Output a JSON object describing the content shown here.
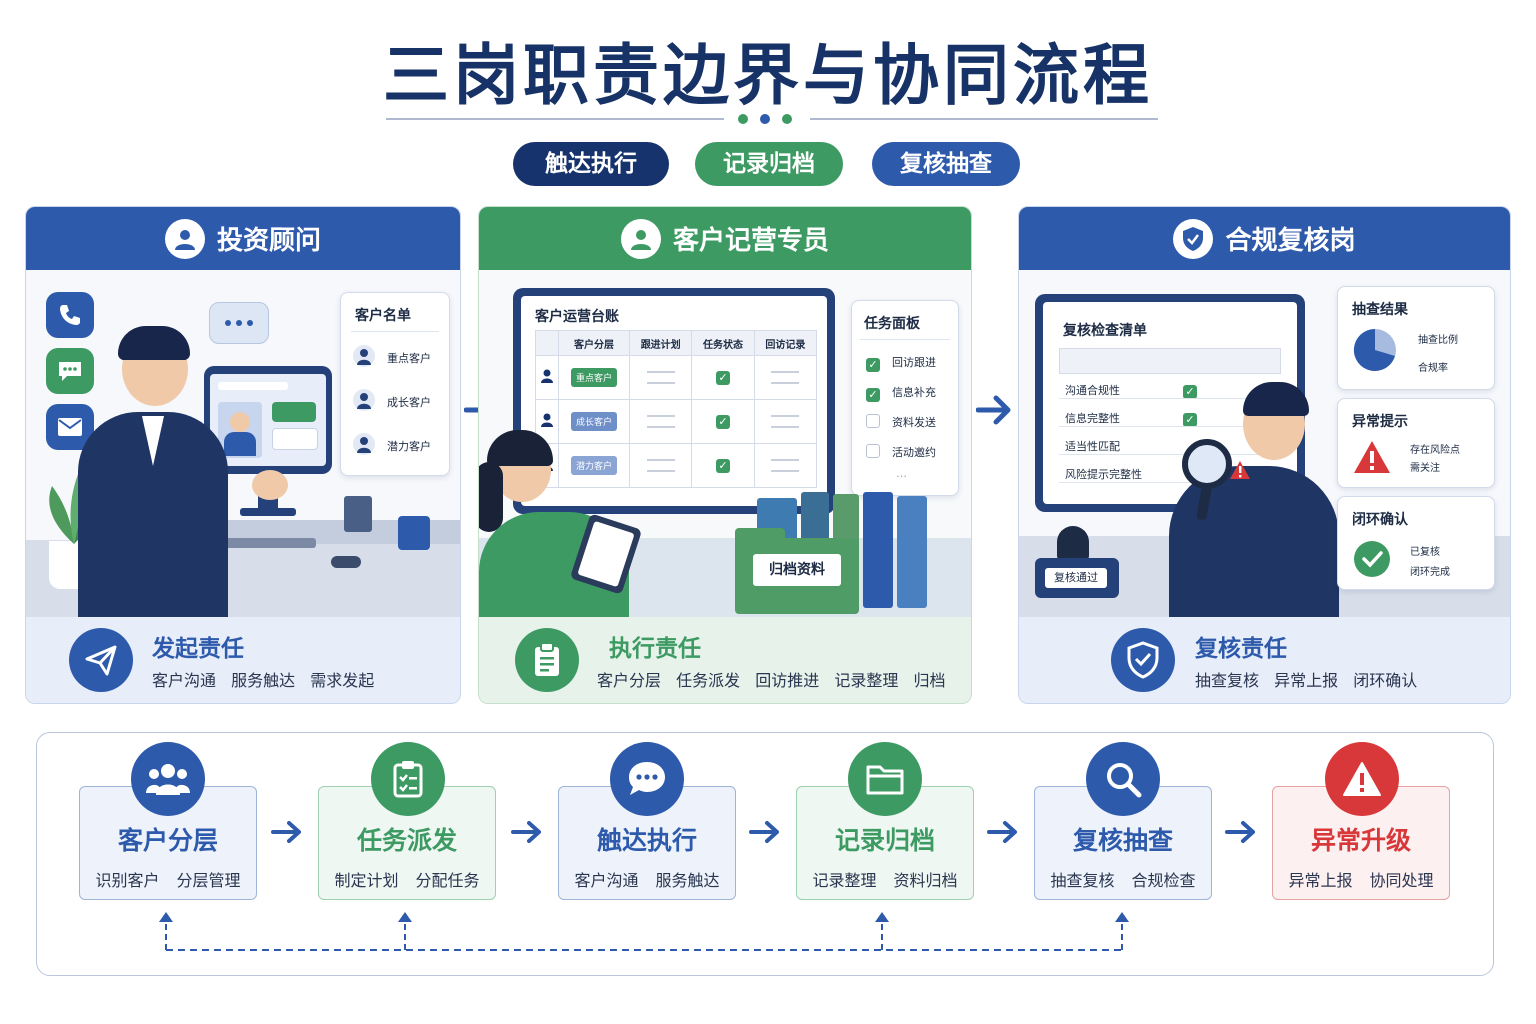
{
  "title": "三岗职责边界与协同流程",
  "pills": [
    {
      "label": "触达执行",
      "color": "#17336d"
    },
    {
      "label": "记录归档",
      "color": "#3d9a63"
    },
    {
      "label": "复核抽查",
      "color": "#2e5aac"
    }
  ],
  "colors": {
    "navy": "#17336d",
    "blue": "#2e5aac",
    "green": "#3d9a63",
    "red": "#d9383a"
  },
  "roles": [
    {
      "name": "投资顾问",
      "card": {
        "title": "客户名单",
        "items": [
          "重点客户",
          "成长客户",
          "潜力客户"
        ]
      },
      "footer": {
        "title": "发起责任",
        "items": [
          "客户沟通",
          "服务触达",
          "需求发起"
        ]
      }
    },
    {
      "name": "客户记营专员",
      "ledger": {
        "title": "客户运营台账",
        "headers": [
          "客户分层",
          "跟进计划",
          "任务状态",
          "回访记录"
        ],
        "rows": [
          "重点客户",
          "成长客户",
          "潜力客户"
        ]
      },
      "task_board": {
        "title": "任务面板",
        "items": [
          "回访跟进",
          "信息补充",
          "资料发送",
          "活动邀约"
        ],
        "more": "…"
      },
      "folder_label": "归档资料",
      "footer": {
        "title": "执行责任",
        "items": [
          "客户分层",
          "任务派发",
          "回访推进",
          "记录整理",
          "归档"
        ]
      }
    },
    {
      "name": "合规复核岗",
      "checklist": {
        "title": "复核检查清单",
        "items": [
          "沟通合规性",
          "信息完整性",
          "适当性匹配",
          "风险提示完整性"
        ]
      },
      "stamp_label": "复核通过",
      "result_card": {
        "title": "抽查结果",
        "items": [
          "抽查比例",
          "合规率"
        ]
      },
      "alert_card": {
        "title": "异常提示",
        "items": [
          "存在风险点",
          "需关注"
        ]
      },
      "close_card": {
        "title": "闭环确认",
        "items": [
          "已复核",
          "闭环完成"
        ]
      },
      "footer": {
        "title": "复核责任",
        "items": [
          "抽查复核",
          "异常上报",
          "闭环确认"
        ]
      }
    }
  ],
  "flow": [
    {
      "title": "客户分层",
      "sub": [
        "识别客户",
        "分层管理"
      ],
      "icon": "people-icon"
    },
    {
      "title": "任务派发",
      "sub": [
        "制定计划",
        "分配任务"
      ],
      "icon": "clipboard-icon"
    },
    {
      "title": "触达执行",
      "sub": [
        "客户沟通",
        "服务触达"
      ],
      "icon": "chat-icon"
    },
    {
      "title": "记录归档",
      "sub": [
        "记录整理",
        "资料归档"
      ],
      "icon": "folder-icon"
    },
    {
      "title": "复核抽查",
      "sub": [
        "抽查复核",
        "合规检查"
      ],
      "icon": "search-icon"
    },
    {
      "title": "异常升级",
      "sub": [
        "异常上报",
        "协同处理"
      ],
      "icon": "alert-icon"
    }
  ]
}
